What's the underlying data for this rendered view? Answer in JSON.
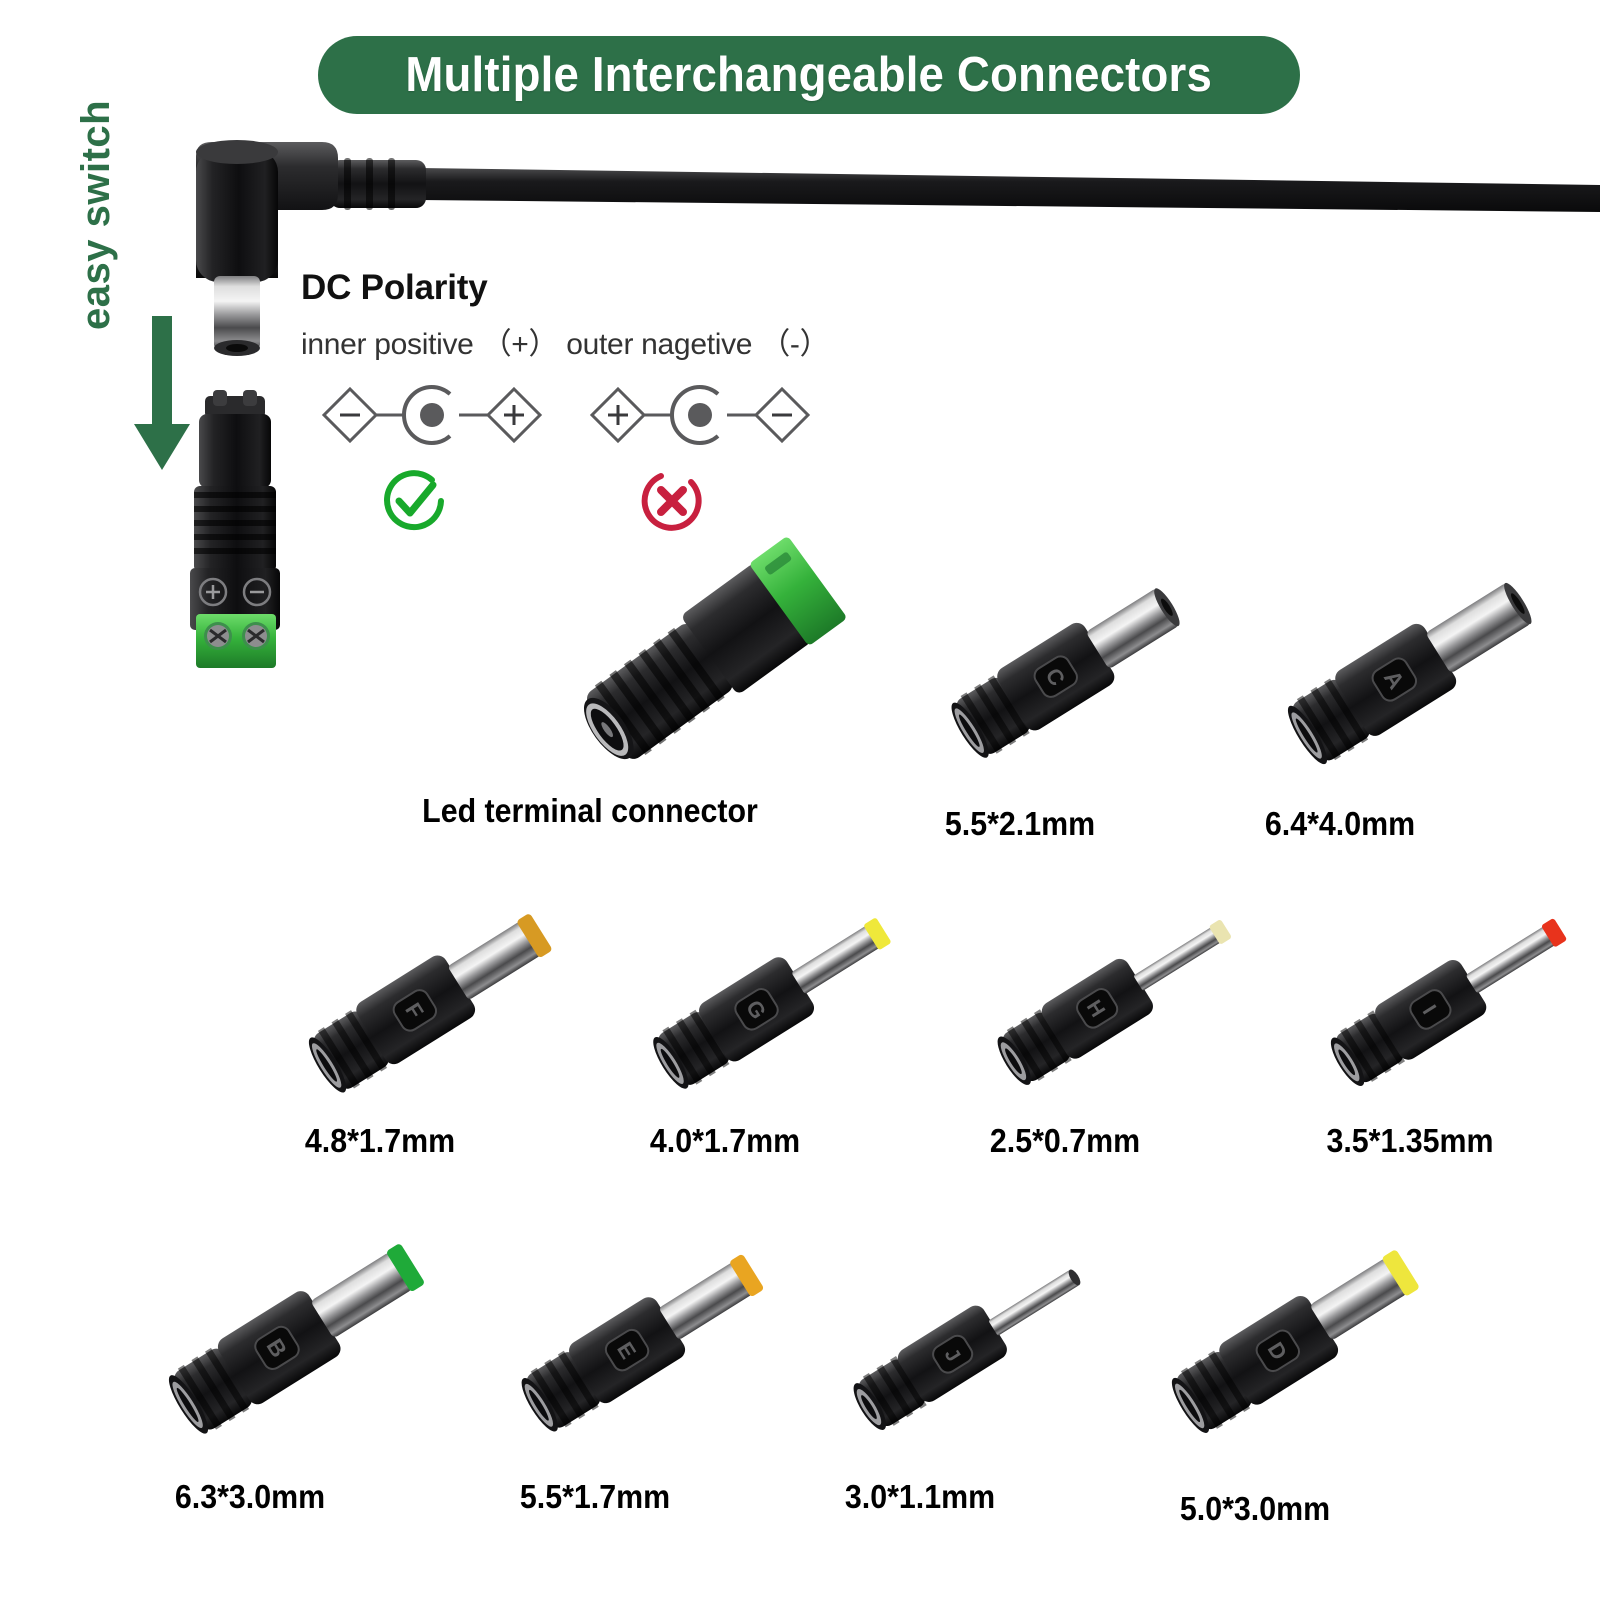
{
  "header": {
    "title": "Multiple Interchangeable Connectors",
    "banner_color": "#2d7048"
  },
  "annotations": {
    "easy_switch": "easy switch",
    "easy_switch_color": "#2d7048",
    "arrow_icon": "down-arrow-icon"
  },
  "polarity": {
    "title": "DC Polarity",
    "subtitle": "inner positive （+） outer nagetive （-）",
    "correct": {
      "left_symbol": "-",
      "right_symbol": "+",
      "center_symbol": "C",
      "verdict_icon": "check-circle-icon",
      "verdict_color": "#18a92b"
    },
    "incorrect": {
      "left_symbol": "+",
      "right_symbol": "-",
      "center_symbol": "C",
      "verdict_icon": "x-circle-icon",
      "verdict_color": "#c8203f"
    }
  },
  "cable": {
    "plug_type": "right-angle-dc-plug",
    "terminal_plug": "screw-terminal-plug",
    "terminal_plug_marks": [
      "+",
      "-"
    ],
    "terminal_block_color": "#3aa86b"
  },
  "connectors": [
    {
      "label": "Led terminal connector",
      "letter": "",
      "tip_color": "",
      "body": "led-terminal",
      "terminal_color": "#46c23f"
    },
    {
      "label": "5.5*2.1mm",
      "letter": "C",
      "tip_color": "",
      "body": "barrel",
      "barrel_width": 22
    },
    {
      "label": "6.4*4.0mm",
      "letter": "A",
      "tip_color": "",
      "body": "barrel",
      "barrel_width": 24
    },
    {
      "label": "4.8*1.7mm",
      "letter": "F",
      "tip_color": "#d79a23",
      "body": "barrel",
      "barrel_width": 20
    },
    {
      "label": "4.0*1.7mm",
      "letter": "G",
      "tip_color": "#efe83a",
      "body": "barrel",
      "barrel_width": 15
    },
    {
      "label": "2.5*0.7mm",
      "letter": "H",
      "tip_color": "#eae4b0",
      "body": "barrel",
      "barrel_width": 11
    },
    {
      "label": "3.5*1.35mm",
      "letter": "I",
      "tip_color": "#e8331c",
      "body": "barrel",
      "barrel_width": 13
    },
    {
      "label": "6.3*3.0mm",
      "letter": "B",
      "tip_color": "#1faa39",
      "body": "barrel",
      "barrel_width": 25
    },
    {
      "label": "5.5*1.7mm",
      "letter": "E",
      "tip_color": "#e9a521",
      "body": "barrel",
      "barrel_width": 22
    },
    {
      "label": "3.0*1.1mm",
      "letter": "J",
      "tip_color": "",
      "body": "barrel",
      "barrel_width": 12
    },
    {
      "label": "5.0*3.0mm",
      "letter": "D",
      "tip_color": "#eee63d",
      "body": "barrel",
      "barrel_width": 23
    }
  ]
}
